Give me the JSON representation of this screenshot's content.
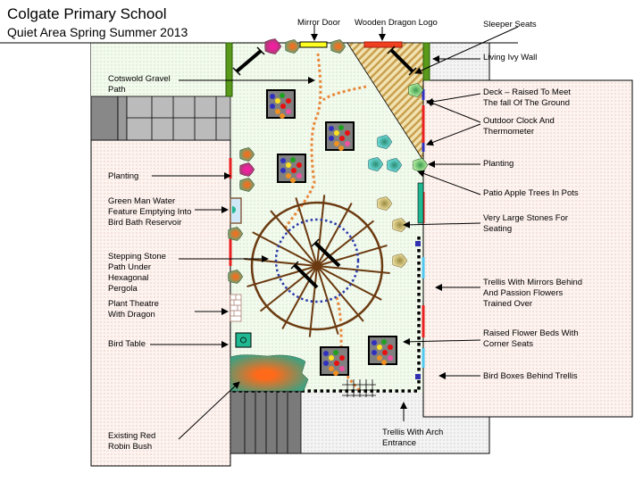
{
  "header": {
    "title": "Colgate Primary School",
    "subtitle": "Quiet Area Spring Summer 2013"
  },
  "labels": {
    "mirror_door": [
      "Mirror Door"
    ],
    "dragon_logo": [
      "Wooden Dragon Logo"
    ],
    "sleeper_seats": [
      "Sleeper Seats"
    ],
    "ivy_wall": [
      "Living Ivy Wall"
    ],
    "deck": [
      "Deck – Raised To Meet",
      "The fall Of The Ground"
    ],
    "clock": [
      "Outdoor Clock And",
      "Thermometer"
    ],
    "planting_right": [
      "Planting"
    ],
    "apple_trees": [
      "Patio Apple Trees In Pots"
    ],
    "stones": [
      "Very Large Stones For",
      "Seating"
    ],
    "trellis_mirrors": [
      "Trellis With Mirrors Behind",
      "And Passion Flowers",
      "Trained Over"
    ],
    "raised_beds": [
      "Raised Flower Beds With",
      "Corner Seats"
    ],
    "bird_boxes": [
      "Bird Boxes Behind Trellis"
    ],
    "gravel_path": [
      "Cotswold Gravel",
      "Path"
    ],
    "planting_left": [
      "Planting"
    ],
    "green_man": [
      "Green Man Water",
      "Feature Emptying Into",
      "Bird Bath Reservoir"
    ],
    "stepping_stone": [
      "Stepping Stone",
      "Path Under",
      "Hexagonal",
      "Pergola"
    ],
    "plant_theatre": [
      "Plant Theatre",
      "With Dragon"
    ],
    "bird_table": [
      "Bird Table"
    ],
    "red_robin": [
      "Existing Red",
      "Robin Bush"
    ],
    "trellis_arch": [
      "Trellis With Arch",
      "Entrance"
    ]
  },
  "colors": {
    "ivy": "#5a9a1a",
    "trellis_red": "#e82020",
    "pergola": "#6b3a10",
    "path": "#e8883a",
    "pergola_ring": "#2a3aa8"
  }
}
